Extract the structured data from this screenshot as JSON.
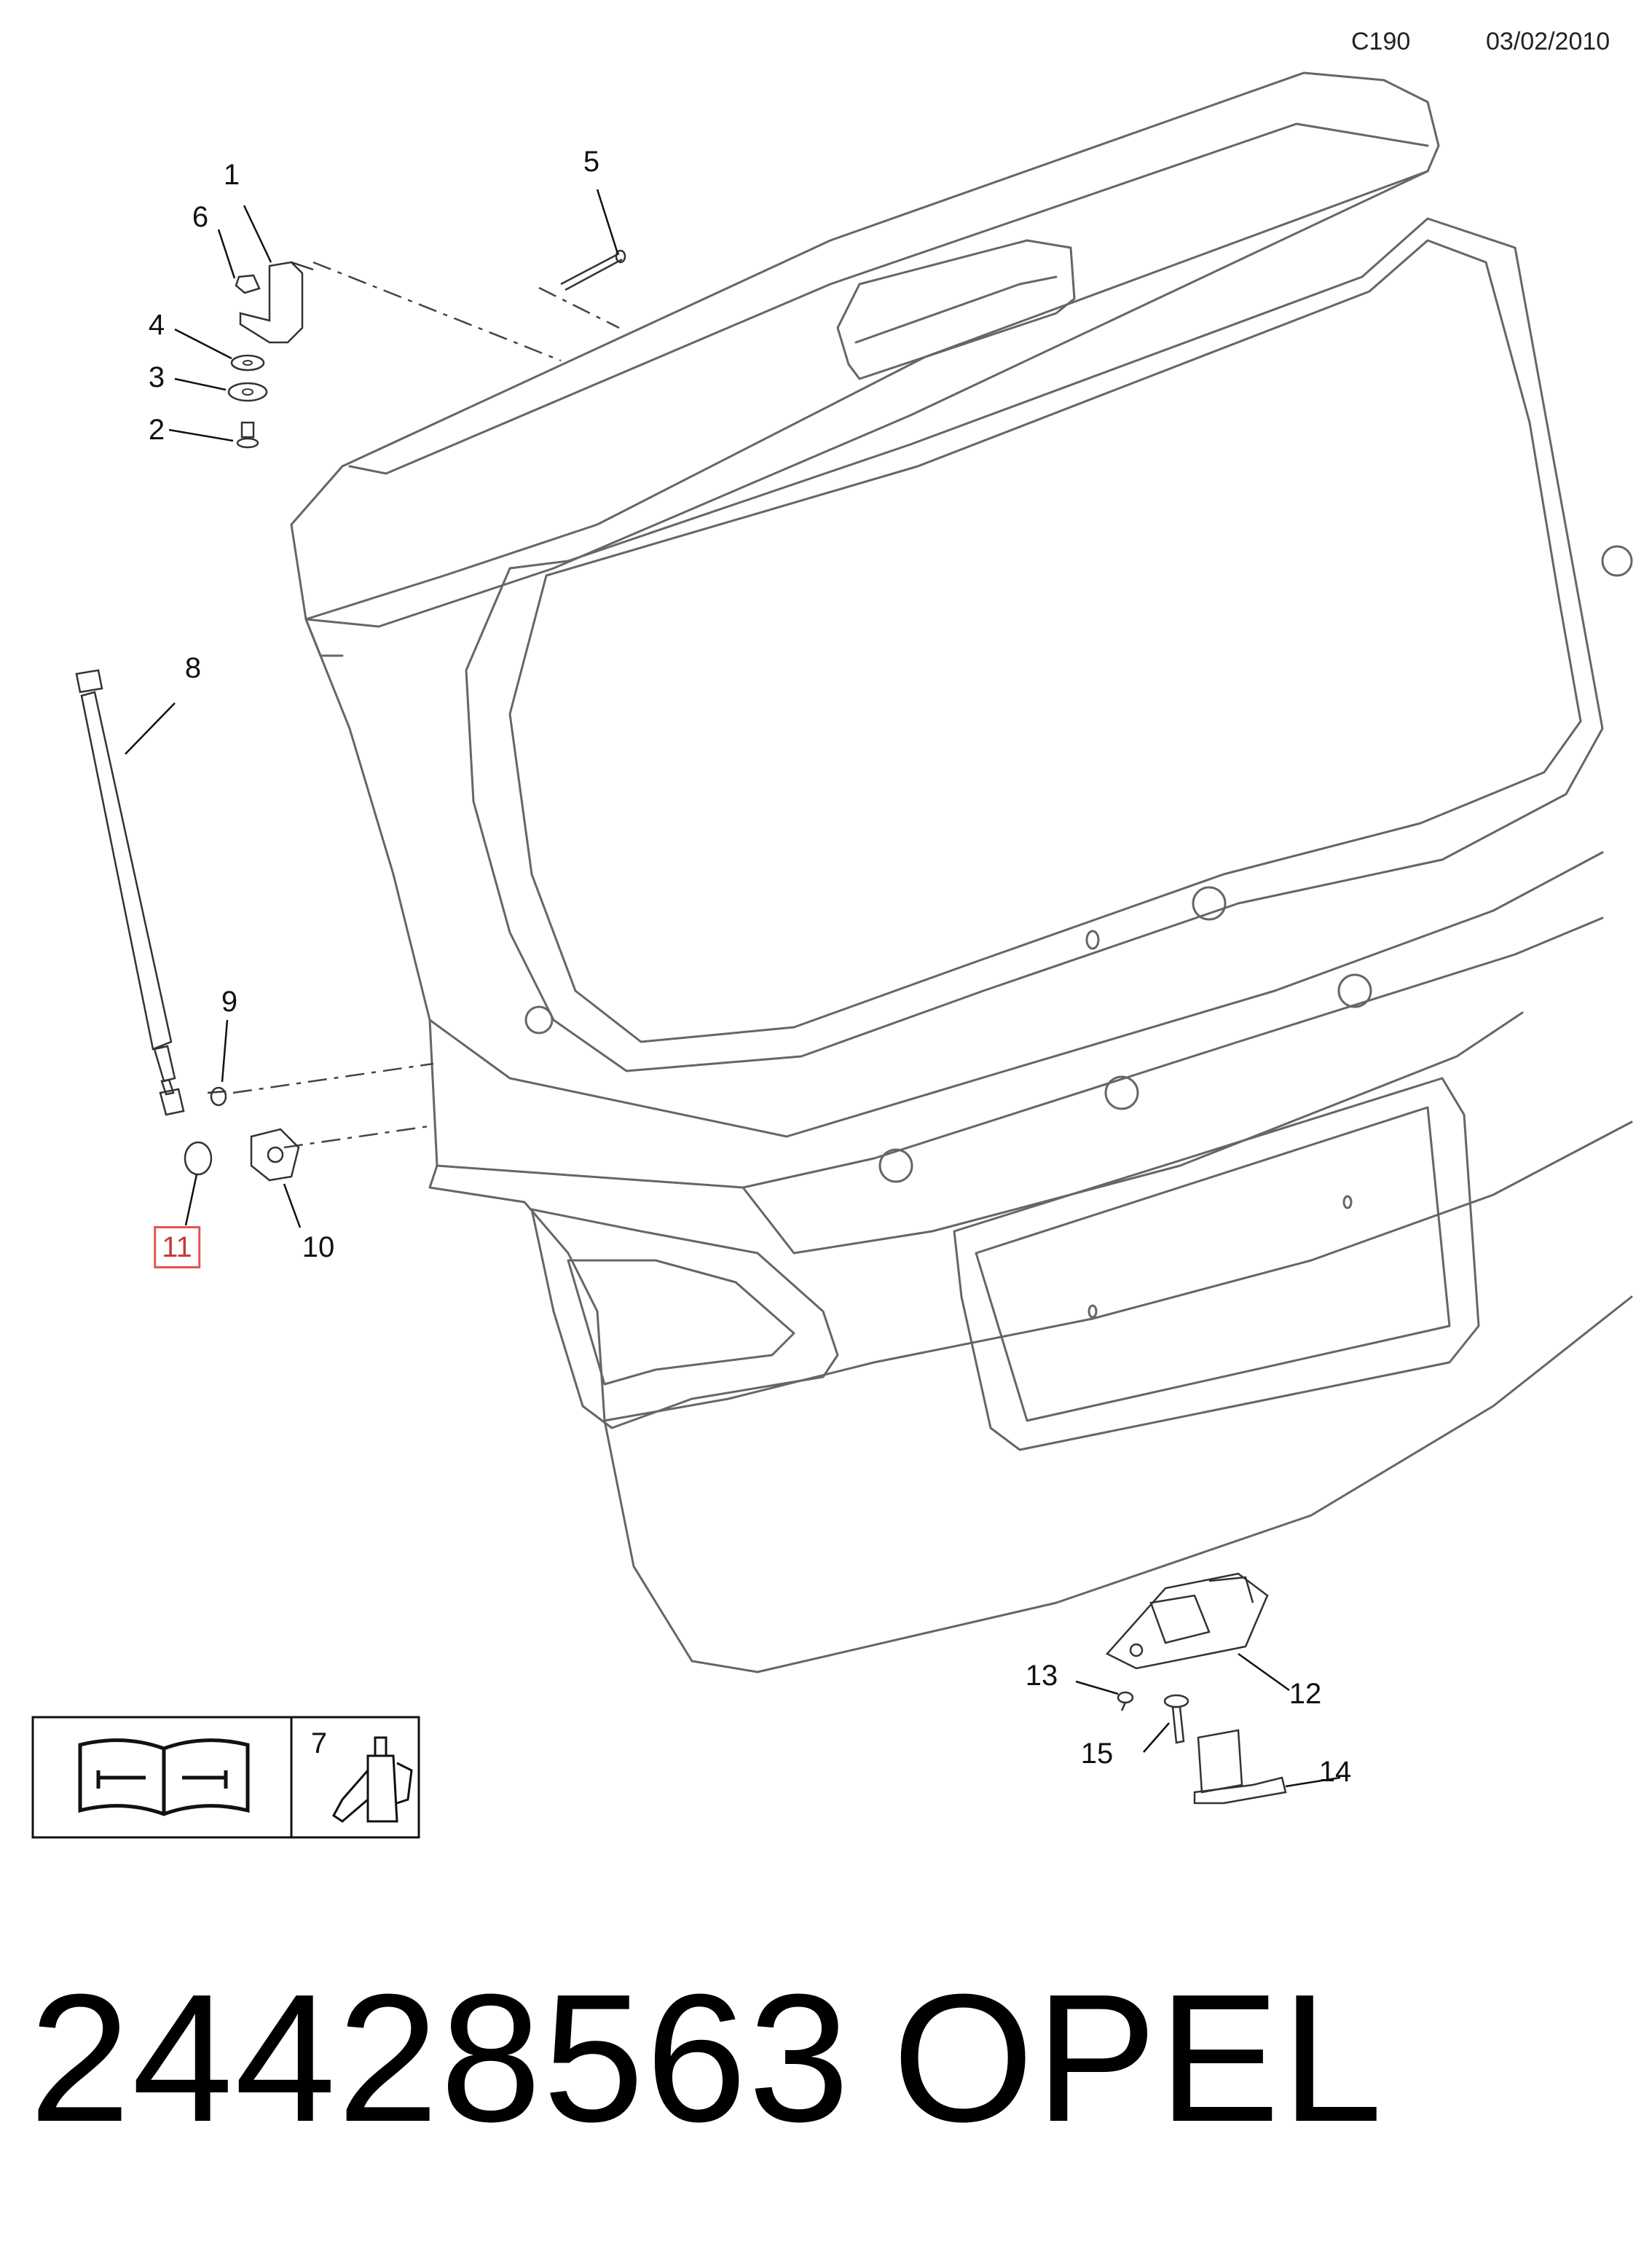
{
  "header": {
    "code": "C190",
    "date": "03/02/2010"
  },
  "callouts": [
    {
      "id": "1",
      "label": "1",
      "highlighted": false
    },
    {
      "id": "2",
      "label": "2",
      "highlighted": false
    },
    {
      "id": "3",
      "label": "3",
      "highlighted": false
    },
    {
      "id": "4",
      "label": "4",
      "highlighted": false
    },
    {
      "id": "5",
      "label": "5",
      "highlighted": false
    },
    {
      "id": "6",
      "label": "6",
      "highlighted": false
    },
    {
      "id": "7",
      "label": "7",
      "highlighted": false
    },
    {
      "id": "8",
      "label": "8",
      "highlighted": false
    },
    {
      "id": "9",
      "label": "9",
      "highlighted": false
    },
    {
      "id": "10",
      "label": "10",
      "highlighted": false
    },
    {
      "id": "11",
      "label": "11",
      "highlighted": true
    },
    {
      "id": "12",
      "label": "12",
      "highlighted": false
    },
    {
      "id": "13",
      "label": "13",
      "highlighted": false
    },
    {
      "id": "14",
      "label": "14",
      "highlighted": false
    },
    {
      "id": "15",
      "label": "15",
      "highlighted": false
    }
  ],
  "legend": {
    "manual_icon": "manual-wrench-book-icon",
    "adhesive_icon": "adhesive-bottle-icon"
  },
  "footer": {
    "part_number": "24428563",
    "brand": "OPEL"
  },
  "colors": {
    "line": "#555555",
    "highlight": "#e05555"
  }
}
